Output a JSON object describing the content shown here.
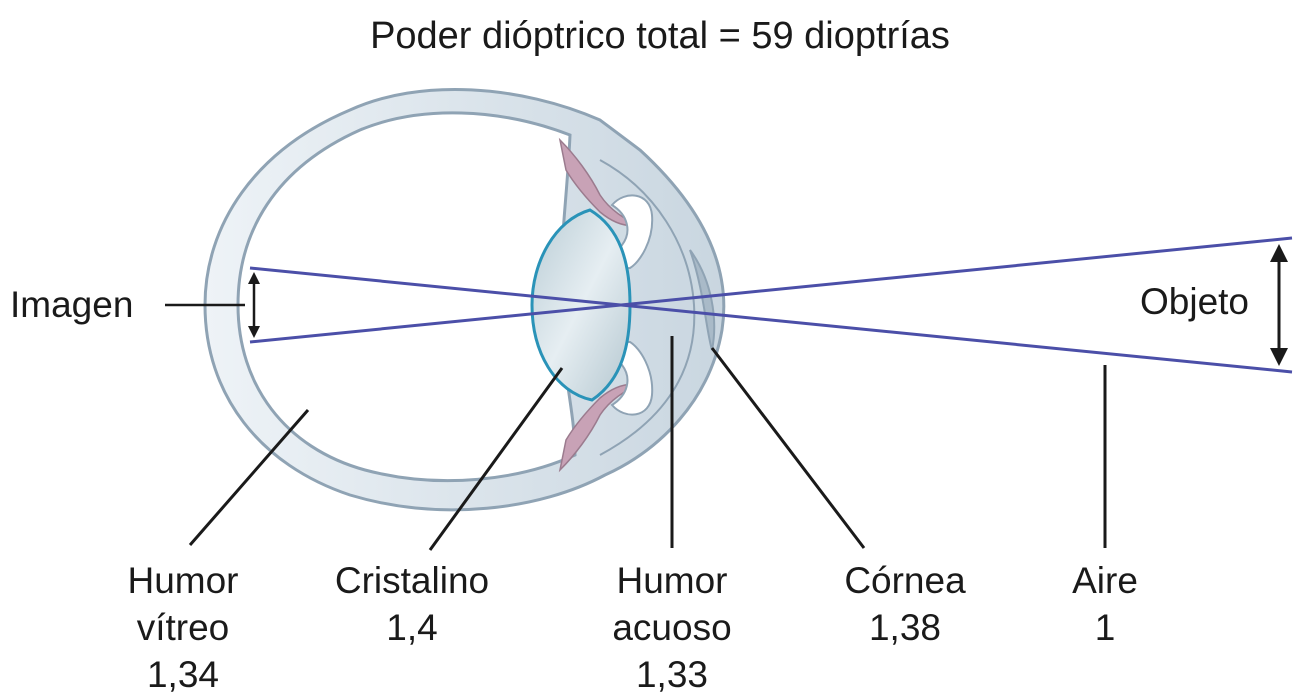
{
  "title": "Poder dióptrico total = 59 dioptrías",
  "labels": {
    "imagen": "Imagen",
    "objeto": "Objeto"
  },
  "media": [
    {
      "id": "vitreo",
      "lines": [
        "Humor",
        "vítreo"
      ],
      "index": "1,34"
    },
    {
      "id": "cristalino",
      "lines": [
        "Cristalino"
      ],
      "index": "1,4"
    },
    {
      "id": "acuoso",
      "lines": [
        "Humor",
        "acuoso"
      ],
      "index": "1,33"
    },
    {
      "id": "cornea",
      "lines": [
        "Córnea"
      ],
      "index": "1,38"
    },
    {
      "id": "aire",
      "lines": [
        "Aire"
      ],
      "index": "1"
    }
  ],
  "colors": {
    "rays": "#4b4fa8",
    "sclera_fill": "#e3eaf0",
    "sclera_stroke": "#8fa3b4",
    "lens_fill": "#c9d8df",
    "lens_stroke": "#2a93b8",
    "iris": "#c8a2b6",
    "text": "#1a1a1a"
  }
}
